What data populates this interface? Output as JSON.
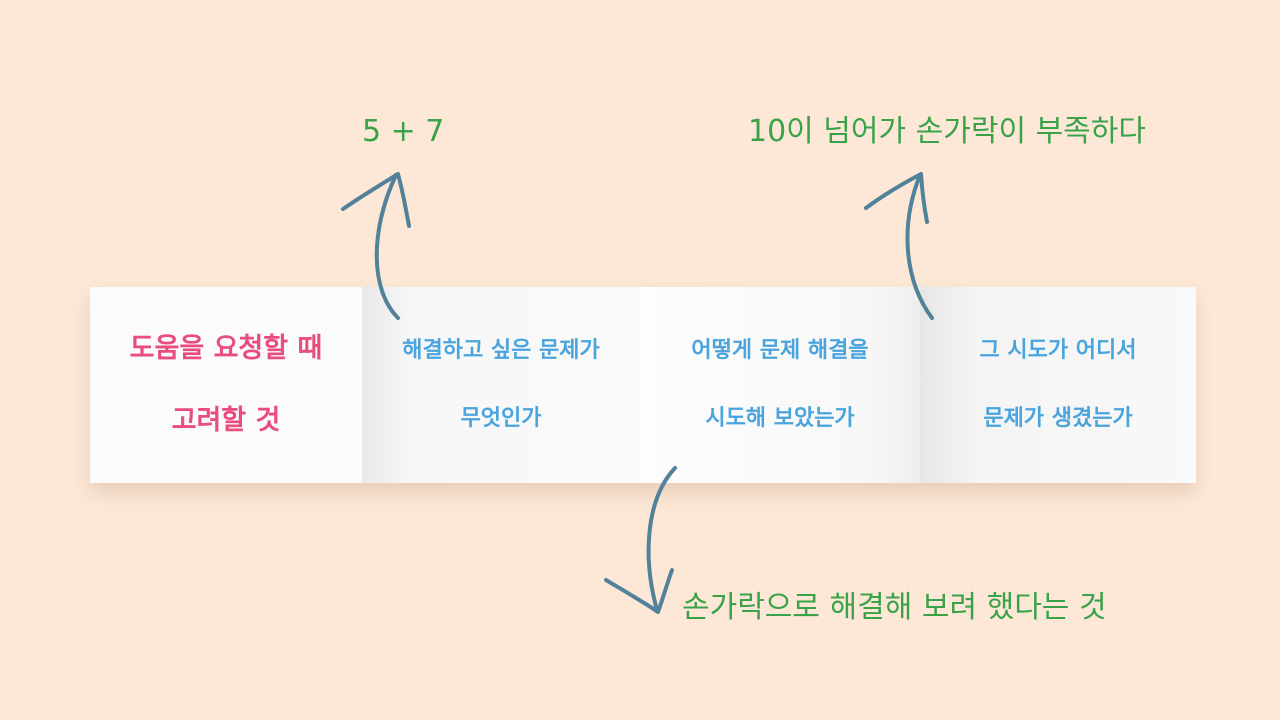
{
  "card": {
    "title_lines": [
      "도움을 요청할 때",
      "고려할 것"
    ],
    "panels": [
      {
        "lines": [
          "해결하고 싶은 문제가",
          "무엇인가"
        ]
      },
      {
        "lines": [
          "어떻게 문제 해결을",
          "시도해 보았는가"
        ]
      },
      {
        "lines": [
          "그 시도가 어디서",
          "문제가 생겼는가"
        ]
      }
    ]
  },
  "annotations": {
    "problem_example": "5 + 7",
    "location_example": "10이 넘어가 손가락이 부족하다",
    "attempt_example": "손가락으로 해결해 보려 했다는 것"
  },
  "colors": {
    "background": "#fde8d7",
    "title": "#e94d7e",
    "panel_text": "#4aa4dd",
    "annotation": "#3aa34a",
    "arrow": "#52819a"
  }
}
